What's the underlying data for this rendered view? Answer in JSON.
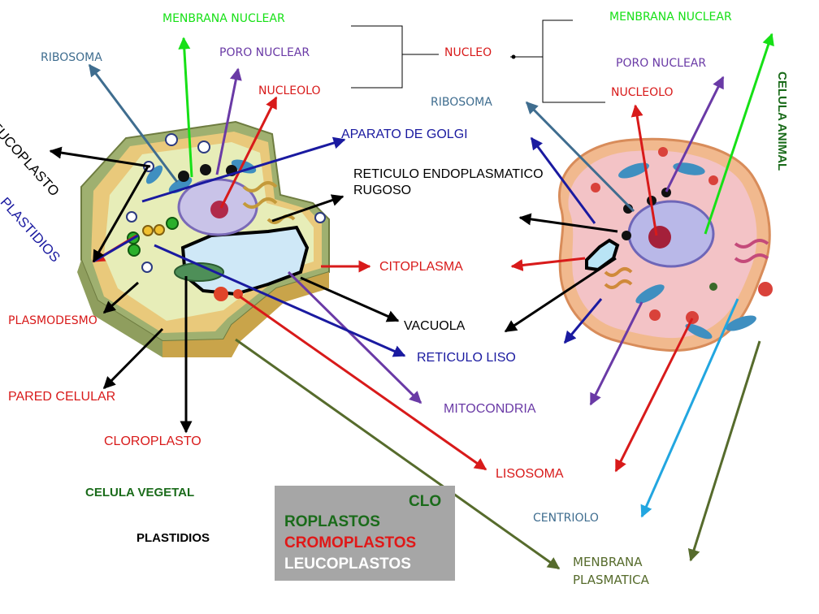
{
  "colors": {
    "green": "#16e016",
    "purple": "#6a3aa6",
    "red": "#d81a1a",
    "blue": "#1a1aa0",
    "steel": "#3f6d8f",
    "olive": "#566b2c",
    "sky": "#22a6e0",
    "darkgreen": "#1a6b1a",
    "black": "#000000"
  },
  "labels": {
    "menbrana_nuclear_left": "MENBRANA NUCLEAR",
    "menbrana_nuclear_right": "MENBRANA NUCLEAR",
    "ribosoma_left": "RIBOSOMA",
    "poro_nuclear_left": "PORO NUCLEAR",
    "nucleo": "NUCLEO",
    "poro_nuclear_right": "PORO NUCLEAR",
    "nucleolo_left": "NUCLEOLO",
    "nucleolo_right": "NUCLEOLO",
    "ribosoma_right": "RIBOSOMA",
    "leucoplasto": "LEUCOPLASTO",
    "plastidios_vertical": "PLASTIDIOS",
    "celula_animal": "CELULA ANIMAL",
    "aparato_golgi": "APARATO DE GOLGI",
    "reticulo_rugoso_1": "RETICULO ENDOPLASMATICO",
    "reticulo_rugoso_2": "RUGOSO",
    "citoplasma": "CITOPLASMA",
    "plasmodesmo": "PLASMODESMO",
    "vacuola": "VACUOLA",
    "reticulo_liso": "RETICULO LISO",
    "pared_celular": "PARED CELULAR",
    "mitocondria": "MITOCONDRIA",
    "cloroplasto": "CLOROPLASTO",
    "lisosoma": "LISOSOMA",
    "celula_vegetal": "CELULA VEGETAL",
    "plastidios": "PLASTIDIOS",
    "centriolo": "CENTRIOLO",
    "menbrana_plasmatica_1": "MENBRANA",
    "menbrana_plasmatica_2": "PLASMATICA"
  },
  "legend": {
    "clo": "CLO",
    "roplastos": "ROPLASTOS",
    "cromoplastos": "CROMOPLASTOS",
    "leucoplastos": "LEUCOPLASTOS"
  }
}
